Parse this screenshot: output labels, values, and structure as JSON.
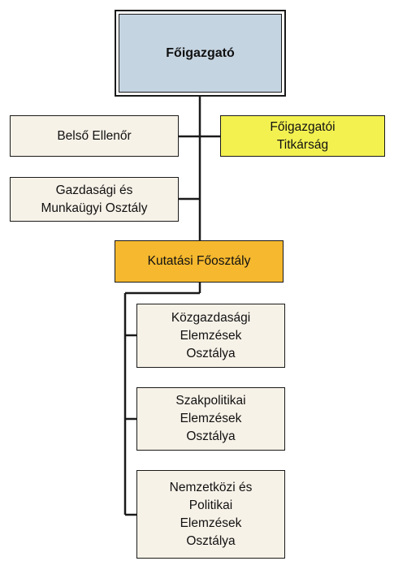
{
  "diagram": {
    "director": {
      "label": "Főigazgató"
    },
    "staff_units": [
      {
        "label": "Belső Ellenőr"
      },
      {
        "label": "Főigazgatói\nTitkárság"
      },
      {
        "label": "Gazdasági és\nMunkaügyi Osztály"
      }
    ],
    "research_division": {
      "label": "Kutatási Főosztály",
      "departments": [
        {
          "label": "Közgazdasági\nElemzések\nOsztálya"
        },
        {
          "label": "Szakpolitikai\nElemzések\nOsztálya"
        },
        {
          "label": "Nemzetközi és\nPolitikai\nElemzések\nOsztálya"
        }
      ]
    },
    "colors": {
      "director_fill": "#c5d4e1",
      "secretariat_fill": "#f3f150",
      "research_division_fill": "#f5b82e",
      "unit_fill": "#f7f2e8",
      "line_color": "#1a1a1a"
    }
  }
}
